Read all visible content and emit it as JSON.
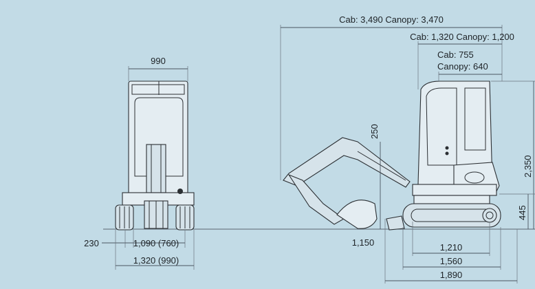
{
  "front_view": {
    "top_width": "990",
    "left_offset": "230",
    "track_gauge": "1,090 (760)",
    "overall_width": "1,320 (990)"
  },
  "side_view": {
    "overall_length": "Cab: 3,490 Canopy: 3,470",
    "rear_to_cab": "Cab: 1,320 Canopy: 1,200",
    "rear_radius_line1": "Cab: 755",
    "rear_radius_line2": "Canopy: 640",
    "boom_height": "250",
    "overall_height": "2,350",
    "counterweight_height": "445",
    "bucket_reach": "1,150",
    "tumbler_distance": "1,210",
    "track_length": "1,560",
    "rear_length": "1,890"
  },
  "colors": {
    "background": "#c2dbe6",
    "machine_stroke": "#2b2f33",
    "dimension": "#4a5560"
  }
}
